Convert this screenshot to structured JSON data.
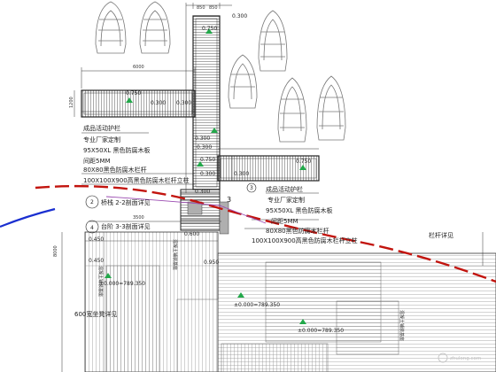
{
  "dims_top": [
    "850",
    "850"
  ],
  "labels": {
    "l_0300_top": "0.300",
    "l_0750_top": "0.750",
    "l_6000": "6000",
    "l_0750_left": "0.750",
    "l_0300_a": "0.300",
    "l_0300_b": "0.300",
    "l_0300_c": "0.300",
    "l_0300_d": "0.300",
    "l_0750_mid": "0.750",
    "l_0750_right": "0.750",
    "l_0300_e": "0.300",
    "l_0300_f": "0.300",
    "l_0300_g": "0.300",
    "l_sec3_right": "3",
    "l_0600": "0.600",
    "l_0450_a": "0.450",
    "l_0950": "0.950",
    "l_0450_b": "0.450",
    "l_lev1": "±0.000=789.350",
    "l_lev2": "±0.000=789.350",
    "l_lev3": "±0.000=789.350",
    "l_8000": "8000",
    "l_1200": "1200",
    "l_3500": "3500",
    "l_rail_detail": "栏杆详见",
    "l_seat": "600宽坐凳详见",
    "l_deck_vert_a": "混凝土铺装基座",
    "l_deck_vert_b": "混凝土铺装基座",
    "l_deck_vert_c": "混凝土铺装基座",
    "l_section_a": "桥栈 2-2剖面详见",
    "l_section_b": "台阶 3-3剖面详见",
    "l_sec2_num": "2",
    "l_sec3_num": "3",
    "l_sec4_num": "4"
  },
  "notes_left": [
    "成品活动护栏",
    "专业厂家定制",
    "95X50XL 黑色防腐木板",
    "间距5MM",
    "80X80黑色防腐木栏杆",
    "100X100X900高黑色防腐木栏杆立柱"
  ],
  "notes_right": [
    "成品活动护栏",
    "专业厂家定制",
    "95X50XL 黑色防腐木板",
    "间距5MM",
    "80X80黑色防腐木栏杆",
    "100X100X900高黑色防腐木栏杆立柱"
  ],
  "watermark": "zhulong.com"
}
